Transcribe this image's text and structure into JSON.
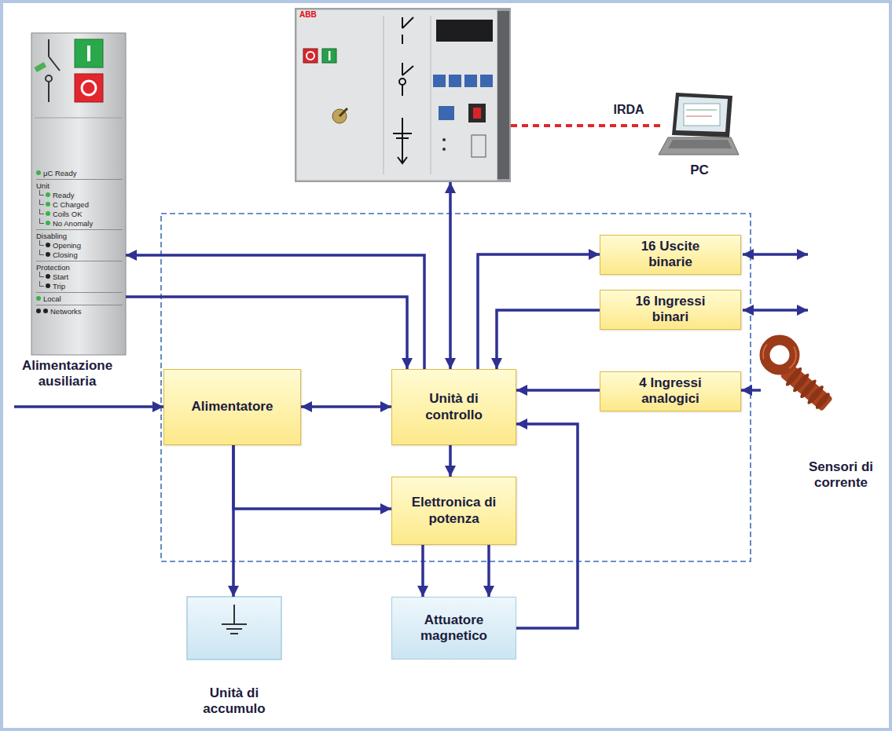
{
  "diagram": {
    "nodes": [
      {
        "text": [
          "ABB"
        ]
      },
      {
        "text": [
          "PC"
        ]
      },
      {
        "text": [
          "μC Ready",
          "Unit",
          "Ready",
          "C Charged",
          "Coils OK",
          "No Anomaly",
          "Disabling",
          "Opening",
          "Closing",
          "Protection",
          "Start",
          "Trip",
          "Local",
          "Networks"
        ]
      },
      {
        "text": [
          "16 Uscite binarie"
        ]
      },
      {
        "text": [
          "16 Ingressi binari"
        ]
      },
      {
        "text": [
          "Alimentatore"
        ]
      },
      {
        "text": [
          "Unità di controllo"
        ]
      },
      {
        "text": [
          "4 Ingressi analogici"
        ]
      },
      {
        "text": [
          "Sensori di corrente"
        ]
      },
      {
        "text": [
          "Elettronica di potenza"
        ]
      },
      {
        "text": [
          "Unità di accumulo"
        ]
      },
      {
        "text": [
          "Attuatore magnetico"
        ]
      }
    ],
    "edges": [
      {
        "from": 0,
        "to": 1,
        "arrow": "none",
        "label": "IRDA"
      },
      {
        "from": 6,
        "to": 0,
        "arrow": "both"
      },
      {
        "from": 6,
        "to": 2,
        "arrow": "to"
      },
      {
        "from": 2,
        "to": 6,
        "arrow": "to"
      },
      {
        "from": 6,
        "to": 3,
        "arrow": "to"
      },
      {
        "from": 4,
        "to": 6,
        "arrow": "to"
      },
      {
        "from": 7,
        "to": 6,
        "arrow": "to"
      },
      {
        "from": 8,
        "to": 7,
        "arrow": "to"
      },
      {
        "from": 5,
        "to": 6,
        "arrow": "both"
      },
      {
        "from": 6,
        "to": 9,
        "arrow": "to"
      },
      {
        "from": 5,
        "to": 9,
        "arrow": "to"
      },
      {
        "from": 5,
        "to": 10,
        "arrow": "to"
      },
      {
        "from": 9,
        "to": 11,
        "arrow": "to"
      },
      {
        "from": 9,
        "to": 11,
        "arrow": "to"
      },
      {
        "from": 11,
        "to": 6,
        "arrow": "to"
      }
    ],
    "labels": [
      "Alimentazione ausiliaria"
    ]
  }
}
